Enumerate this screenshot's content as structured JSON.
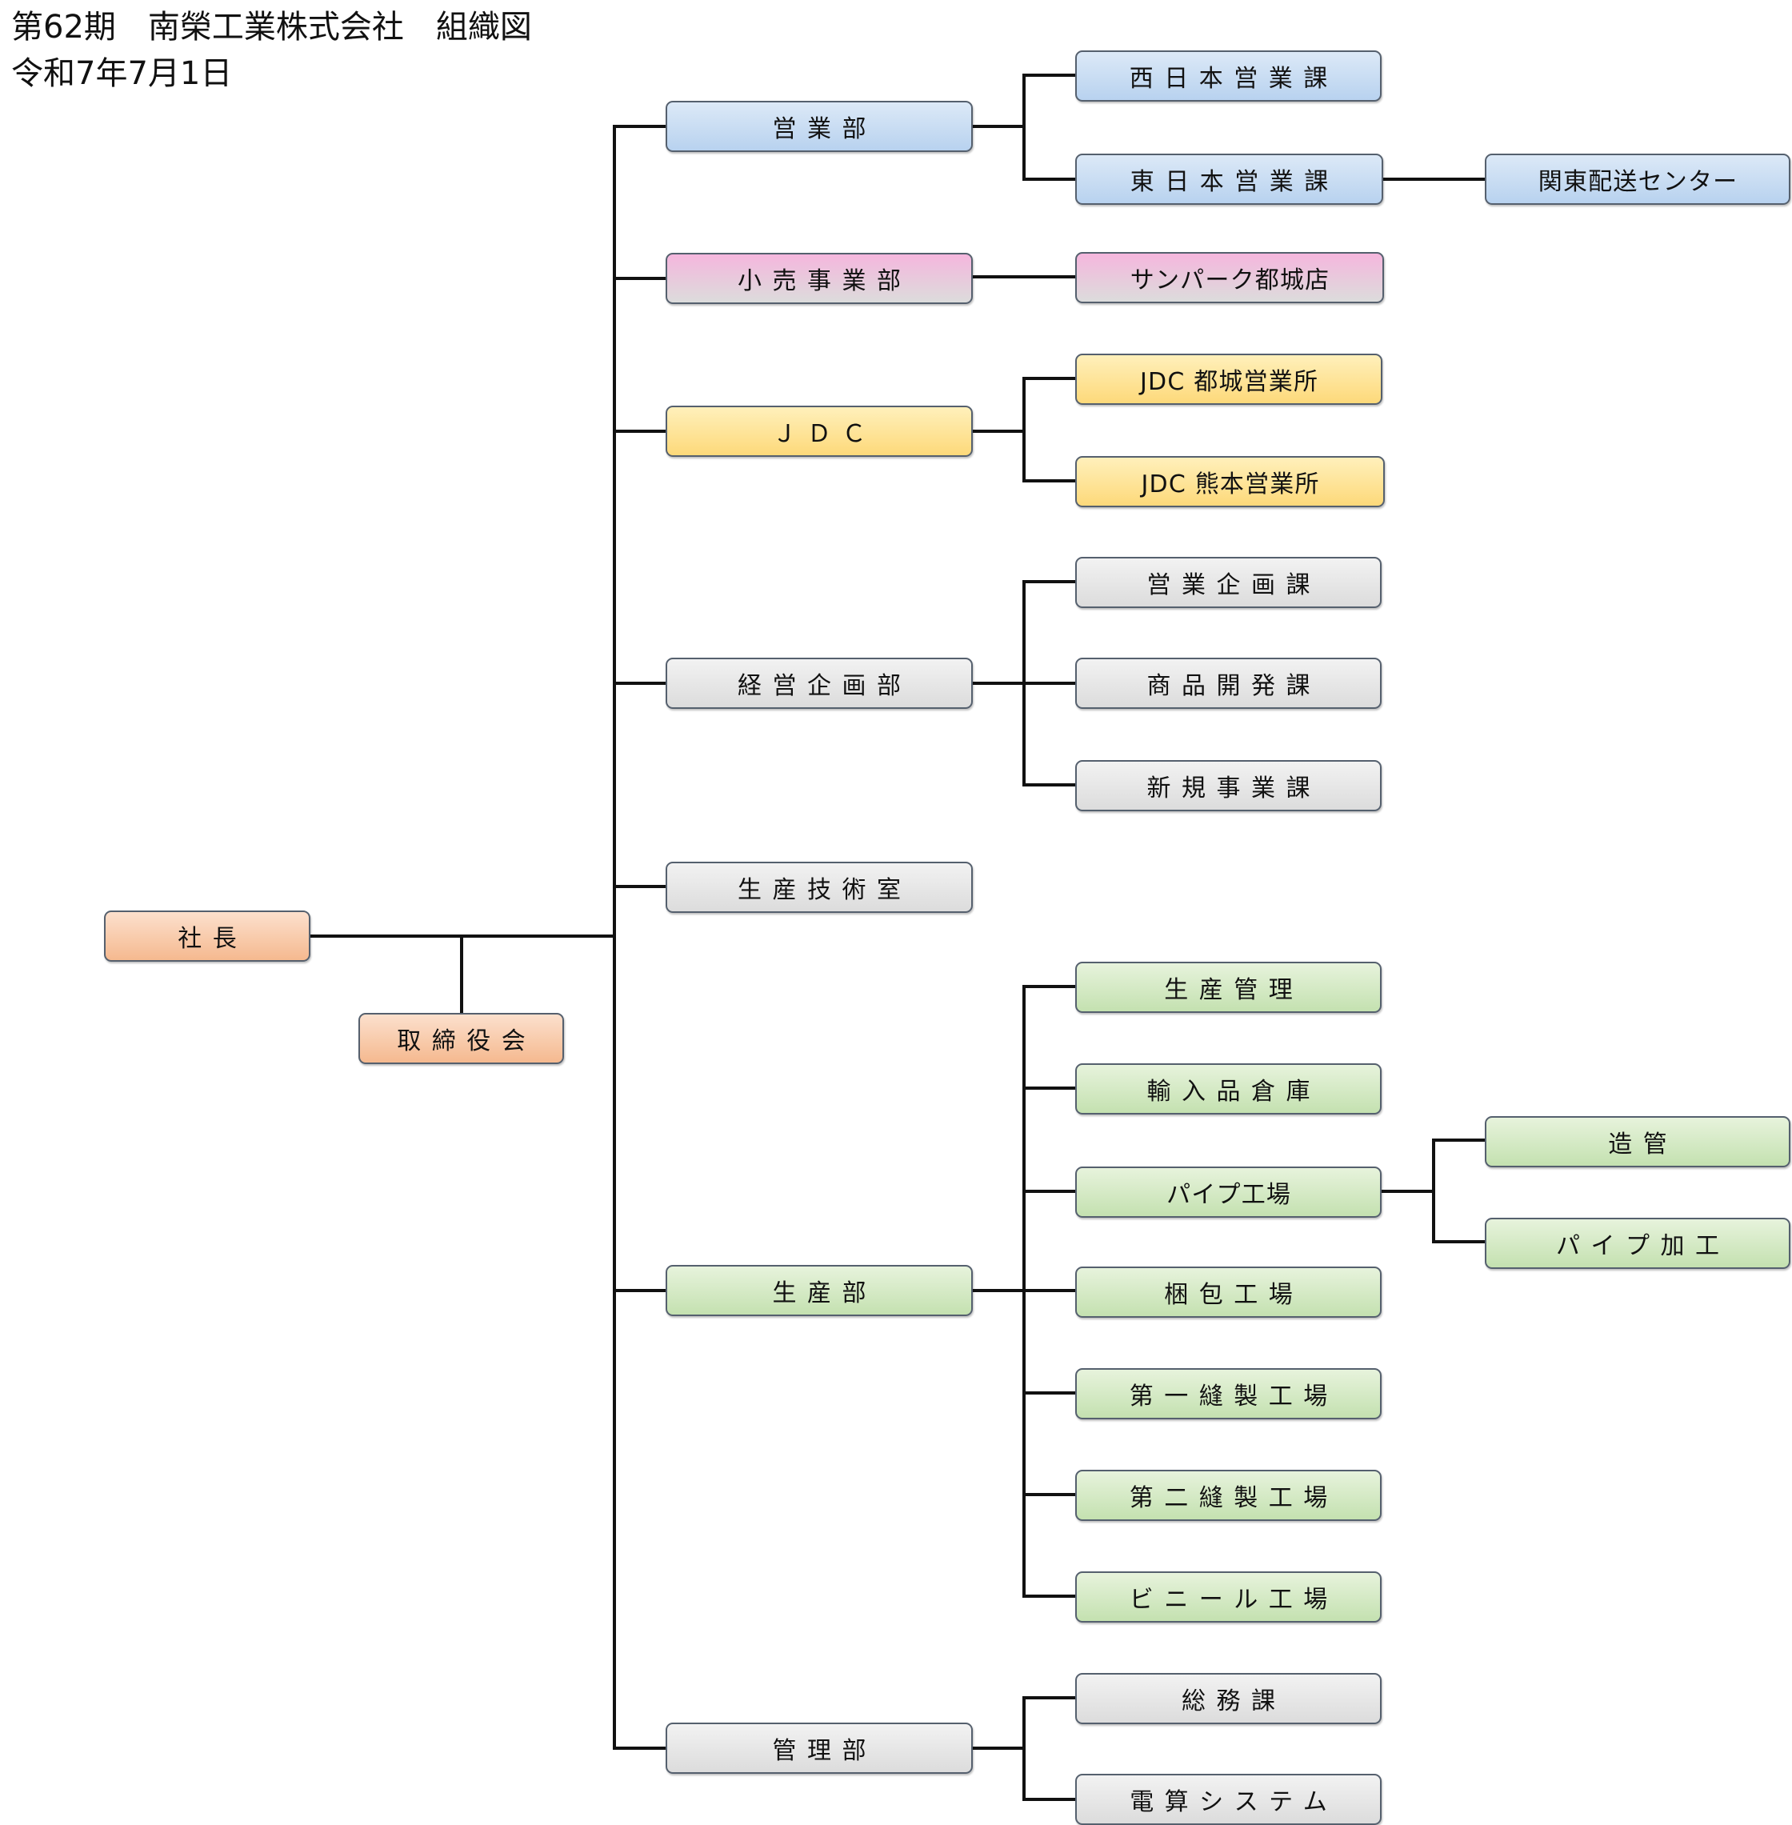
{
  "header": {
    "title": "第62期　南榮工業株式会社　組織図",
    "date": "令和7年7月1日"
  },
  "org": {
    "president": "社長",
    "board": "取締役会",
    "sales_dept": "営業部",
    "west_japan_sales": "西日本営業課",
    "east_japan_sales": "東日本営業課",
    "kanto_delivery_center": "関東配送センター",
    "retail_dept": "小売事業部",
    "sunpark_miyakonojo": "サンパーク都城店",
    "jdc": "ＪＤＣ",
    "jdc_miyakonojo": "JDC 都城営業所",
    "jdc_kumamoto": "JDC 熊本営業所",
    "planning_dept": "経営企画部",
    "sales_planning": "営業企画課",
    "product_development": "商品開発課",
    "new_business": "新規事業課",
    "production_tech_office": "生産技術室",
    "production_dept": "生産部",
    "production_management": "生産管理",
    "import_warehouse": "輸入品倉庫",
    "pipe_factory": "パイプ工場",
    "pipe_making": "造管",
    "pipe_processing": "パイプ加工",
    "packing_factory": "梱包工場",
    "sewing_factory_1": "第一縫製工場",
    "sewing_factory_2": "第二縫製工場",
    "vinyl_factory": "ビニール工場",
    "admin_dept": "管理部",
    "general_affairs": "総務課",
    "computing_system": "電算システム"
  }
}
